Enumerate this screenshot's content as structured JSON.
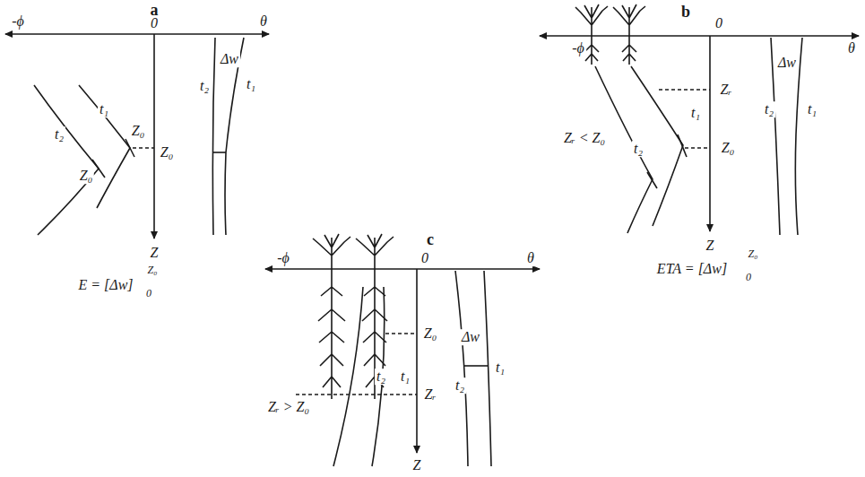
{
  "diagram": {
    "labels": [
      "a",
      "-ϕ",
      "0",
      "θ",
      "t₂",
      "t₁",
      "Z₀",
      "Z₀",
      "Z₀",
      "t₂",
      "Δw",
      "t₁",
      "Z",
      "E = [Δw]",
      "Z₀",
      "0",
      "b",
      "-ϕ",
      "0",
      "θ",
      "Zᵣ",
      "Zᵣ < Z₀",
      "t₁",
      "t₂",
      "Z₀",
      "Z",
      "Δw",
      "t₂",
      "t₁",
      "ETA = [Δw]",
      "Z₀",
      "0",
      "c",
      "-ϕ",
      "0",
      "θ",
      "Δw",
      "Z₀",
      "t₂",
      "t₁",
      "Zᵣ",
      "Zᵣ > Z₀",
      "t₂",
      "t₁",
      "Z"
    ]
  }
}
